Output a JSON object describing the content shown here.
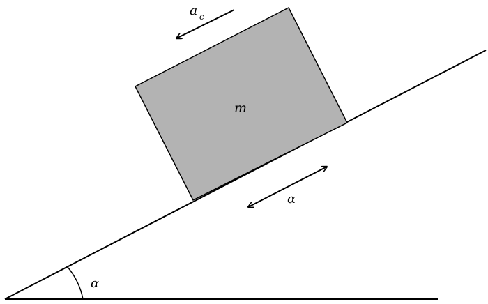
{
  "labels": {
    "acceleration": "a",
    "acceleration_subscript": "c",
    "mass": "m",
    "incline_direction": "α",
    "angle": "α"
  },
  "colors": {
    "block_fill": "#b3b3b3",
    "stroke": "#000000",
    "background": "#ffffff"
  }
}
